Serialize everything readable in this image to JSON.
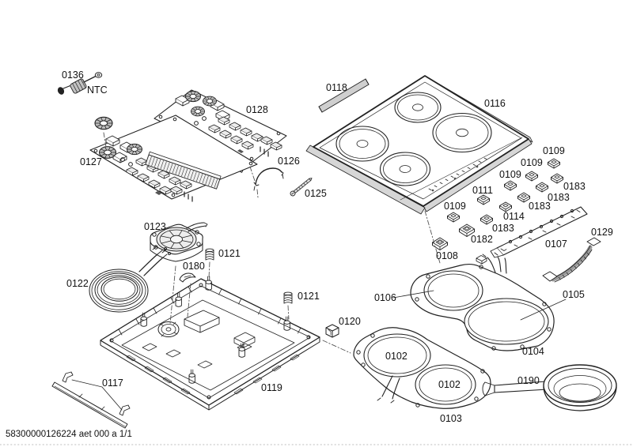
{
  "document_type": "exploded-parts-diagram",
  "product": "induction-cooktop",
  "footer": "58300000126224 aet 000 a 1/1",
  "colors": {
    "ink": "#1a1a1a",
    "paper": "#ffffff",
    "shade": "#d6d6d6"
  },
  "parts": {
    "p0136": "0136",
    "ntc": "NTC",
    "p0127": "0127",
    "p0128": "0128",
    "p0126": "0126",
    "p0125": "0125",
    "p0118": "0118",
    "p0116": "0116",
    "p0109": "0109",
    "p0111": "0111",
    "p0183": "0183",
    "p0114": "0114",
    "p0182": "0182",
    "p0108": "0108",
    "p0107": "0107",
    "p0129": "0129",
    "p0123": "0123",
    "p0121": "0121",
    "p0180": "0180",
    "p0122": "0122",
    "p0120": "0120",
    "p0119": "0119",
    "p0117": "0117",
    "p0106": "0106",
    "p0105": "0105",
    "p0104": "0104",
    "p0102": "0102",
    "p0103": "0103",
    "p0190": "0190"
  }
}
